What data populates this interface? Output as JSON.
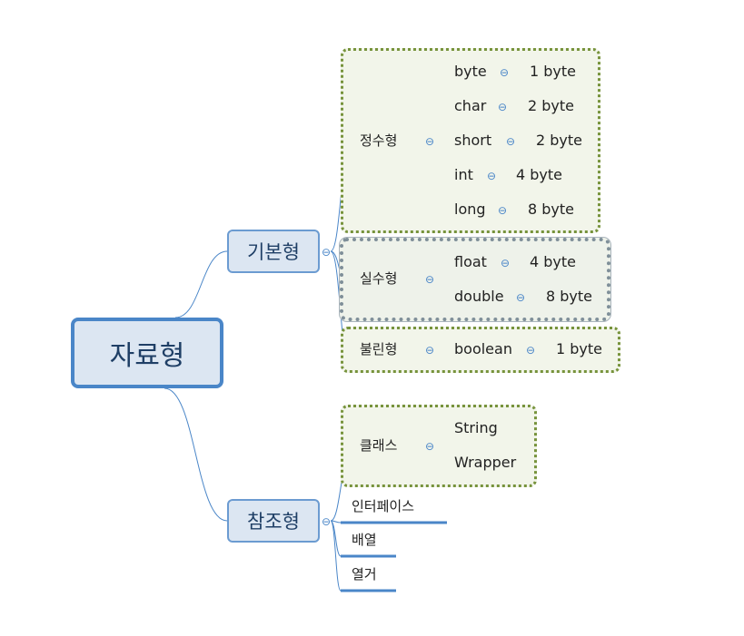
{
  "title": "자료형",
  "colors": {
    "branch": "#4a86c8",
    "root_fill": "#dce6f2",
    "group_border": "#77933c",
    "group_fill": "#f2f5ea",
    "selected_border": "#7f8f99"
  },
  "basic": {
    "label": "기본형",
    "integer": {
      "label": "정수형",
      "items": [
        {
          "name": "byte",
          "size": "1 byte"
        },
        {
          "name": "char",
          "size": "2 byte"
        },
        {
          "name": "short",
          "size": "2 byte"
        },
        {
          "name": "int",
          "size": "4 byte"
        },
        {
          "name": "long",
          "size": "8 byte"
        }
      ]
    },
    "real": {
      "label": "실수형",
      "items": [
        {
          "name": "float",
          "size": "4 byte"
        },
        {
          "name": "double",
          "size": "8 byte"
        }
      ]
    },
    "boolean": {
      "label": "불린형",
      "items": [
        {
          "name": "boolean",
          "size": "1 byte"
        }
      ]
    }
  },
  "reference": {
    "label": "참조형",
    "class": {
      "label": "클래스",
      "items": [
        "String",
        "Wrapper"
      ]
    },
    "others": [
      "인터페이스",
      "배열",
      "열거"
    ]
  },
  "collapse_symbol": "⊖"
}
